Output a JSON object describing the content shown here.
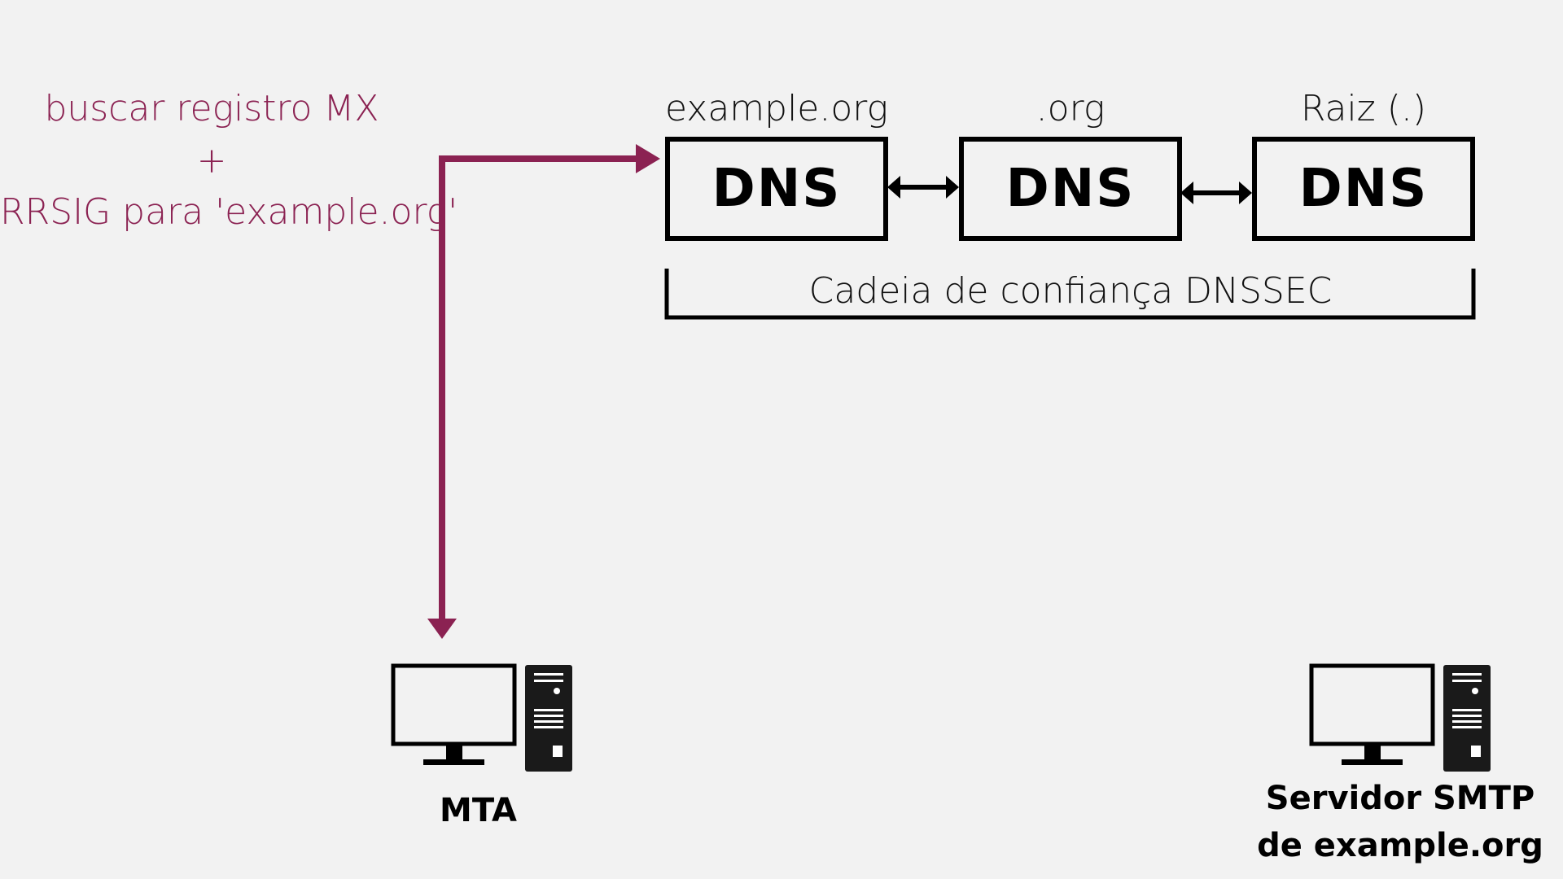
{
  "query": {
    "line1": "buscar registro MX",
    "line2": "+",
    "line3": "RRSIG para 'example.org'"
  },
  "dns_chain": [
    {
      "zone_label": "example.org",
      "box_label": "DNS"
    },
    {
      "zone_label": ".org",
      "box_label": "DNS"
    },
    {
      "zone_label": "Raiz (.)",
      "box_label": "DNS"
    }
  ],
  "chain_label": "Cadeia de confiança DNSSEC",
  "computers": {
    "mta_label": "MTA",
    "smtp_label_line1": "Servidor SMTP",
    "smtp_label_line2": "de example.org"
  },
  "colors": {
    "accent": "#8b2252",
    "background": "#f2f2f2",
    "ink": "#000000"
  }
}
